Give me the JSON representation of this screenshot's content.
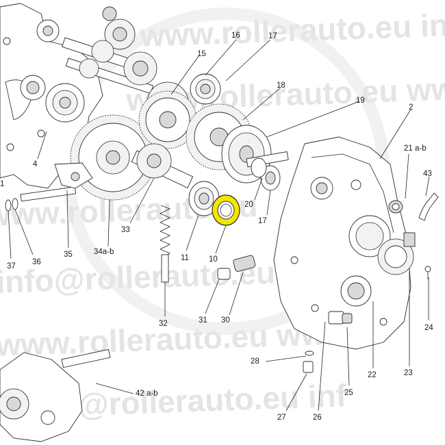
{
  "watermarks": [
    "www.rollerauto.eu info",
    "www.rollerauto.eu www",
    "info@rollerauto.eu info",
    "www.rollerauto.eu www",
    "info@rollerauto.eu inf",
    "www.rollerauto.eu"
  ],
  "highlight_color": "#f5e600",
  "callouts": [
    {
      "id": "1",
      "text": "1"
    },
    {
      "id": "2",
      "text": "2"
    },
    {
      "id": "4",
      "text": "4"
    },
    {
      "id": "10",
      "text": "10"
    },
    {
      "id": "11",
      "text": "11"
    },
    {
      "id": "15",
      "text": "15"
    },
    {
      "id": "16",
      "text": "16"
    },
    {
      "id": "17a",
      "text": "17"
    },
    {
      "id": "17b",
      "text": "17"
    },
    {
      "id": "18",
      "text": "18"
    },
    {
      "id": "19",
      "text": "19"
    },
    {
      "id": "20",
      "text": "20"
    },
    {
      "id": "21",
      "text": "21 a-b"
    },
    {
      "id": "22",
      "text": "22"
    },
    {
      "id": "23",
      "text": "23"
    },
    {
      "id": "24",
      "text": "24"
    },
    {
      "id": "25",
      "text": "25"
    },
    {
      "id": "26",
      "text": "26"
    },
    {
      "id": "27",
      "text": "27"
    },
    {
      "id": "28",
      "text": "28"
    },
    {
      "id": "30",
      "text": "30"
    },
    {
      "id": "31",
      "text": "31"
    },
    {
      "id": "32",
      "text": "32"
    },
    {
      "id": "33",
      "text": "33"
    },
    {
      "id": "34",
      "text": "34a-b"
    },
    {
      "id": "35",
      "text": "35"
    },
    {
      "id": "36",
      "text": "36"
    },
    {
      "id": "37",
      "text": "37"
    },
    {
      "id": "42",
      "text": "42 a-b"
    },
    {
      "id": "43",
      "text": "43"
    }
  ]
}
